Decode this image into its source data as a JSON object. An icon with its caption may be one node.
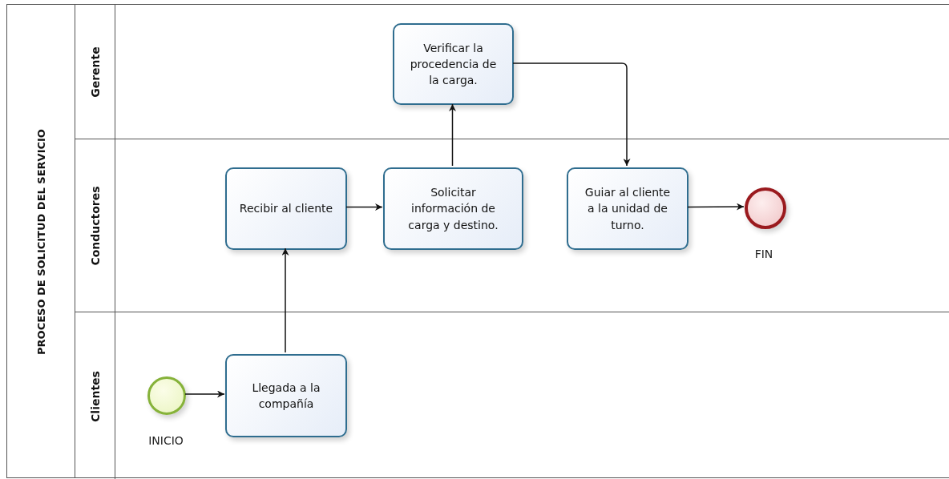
{
  "diagram": {
    "nodes": [
      {
        "text": [
          "PROCESO DE SOLICITUD DEL SERVICIO"
        ]
      },
      {
        "text": [
          "Gerente"
        ],
        "in": 0
      },
      {
        "text": [
          "Conductores"
        ],
        "in": 0
      },
      {
        "text": [
          "Clientes"
        ],
        "in": 0
      },
      {
        "text": [],
        "shape": "circle",
        "beside": [
          "INICIO"
        ],
        "in": 3
      },
      {
        "text": [
          "Llegada a la compañía"
        ],
        "in": 3
      },
      {
        "text": [
          "Recibir al cliente"
        ],
        "in": 2
      },
      {
        "text": [
          "Solicitar información de carga y destino."
        ],
        "in": 2
      },
      {
        "text": [
          "Verificar la procedencia de la carga."
        ],
        "in": 1
      },
      {
        "text": [
          "Guiar al cliente a la unidad de turno."
        ],
        "in": 2
      },
      {
        "text": [],
        "shape": "circle",
        "beside": [
          "FIN"
        ],
        "in": 2
      }
    ],
    "edges": [
      {
        "from": 4,
        "to": 5,
        "arrow": "to"
      },
      {
        "from": 5,
        "to": 6,
        "arrow": "to"
      },
      {
        "from": 6,
        "to": 7,
        "arrow": "to"
      },
      {
        "from": 7,
        "to": 8,
        "arrow": "to"
      },
      {
        "from": 8,
        "to": 9,
        "arrow": "to"
      },
      {
        "from": 9,
        "to": 10,
        "arrow": "to"
      }
    ]
  }
}
